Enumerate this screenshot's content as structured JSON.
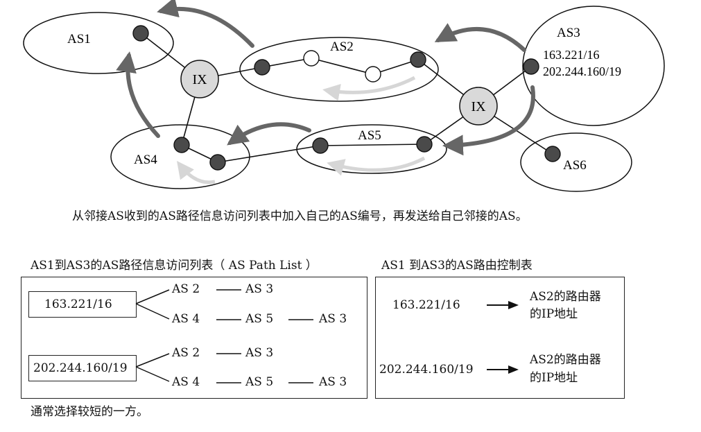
{
  "network": {
    "as_labels": {
      "as1": "AS1",
      "as2": "AS2",
      "as3": "AS3",
      "as4": "AS4",
      "as5": "AS5",
      "as6": "AS6"
    },
    "ix_label": "IX",
    "as3_prefixes": [
      "163.221/16",
      "202.244.160/19"
    ]
  },
  "caption": "从邻接AS收到的AS路径信息访问列表中加入自己的AS编号，再发送给自己邻接的AS。",
  "path_list": {
    "title": "AS1到AS3的AS路径信息访问列表（ AS Path List ）",
    "groups": [
      {
        "prefix": "163.221/16",
        "paths": [
          [
            "AS 2",
            "AS 3"
          ],
          [
            "AS 4",
            "AS 5",
            "AS 3"
          ]
        ]
      },
      {
        "prefix": "202.244.160/19",
        "paths": [
          [
            "AS 2",
            "AS 3"
          ],
          [
            "AS 4",
            "AS 5",
            "AS 3"
          ]
        ]
      }
    ],
    "note": "通常选择较短的一方。"
  },
  "routing_table": {
    "title": "AS1 到AS3的AS路由控制表",
    "rows": [
      {
        "prefix": "163.221/16",
        "next_hop": [
          "AS2的路由器",
          "的IP地址"
        ]
      },
      {
        "prefix": "202.244.160/19",
        "next_hop": [
          "AS2的路由器",
          "的IP地址"
        ]
      }
    ]
  },
  "colors": {
    "line": "#111111",
    "router_fill": "#4a4a4a",
    "ix_fill": "#d9d9d9",
    "arrow_dark": "#666666",
    "arrow_light": "#d6d6d6"
  }
}
